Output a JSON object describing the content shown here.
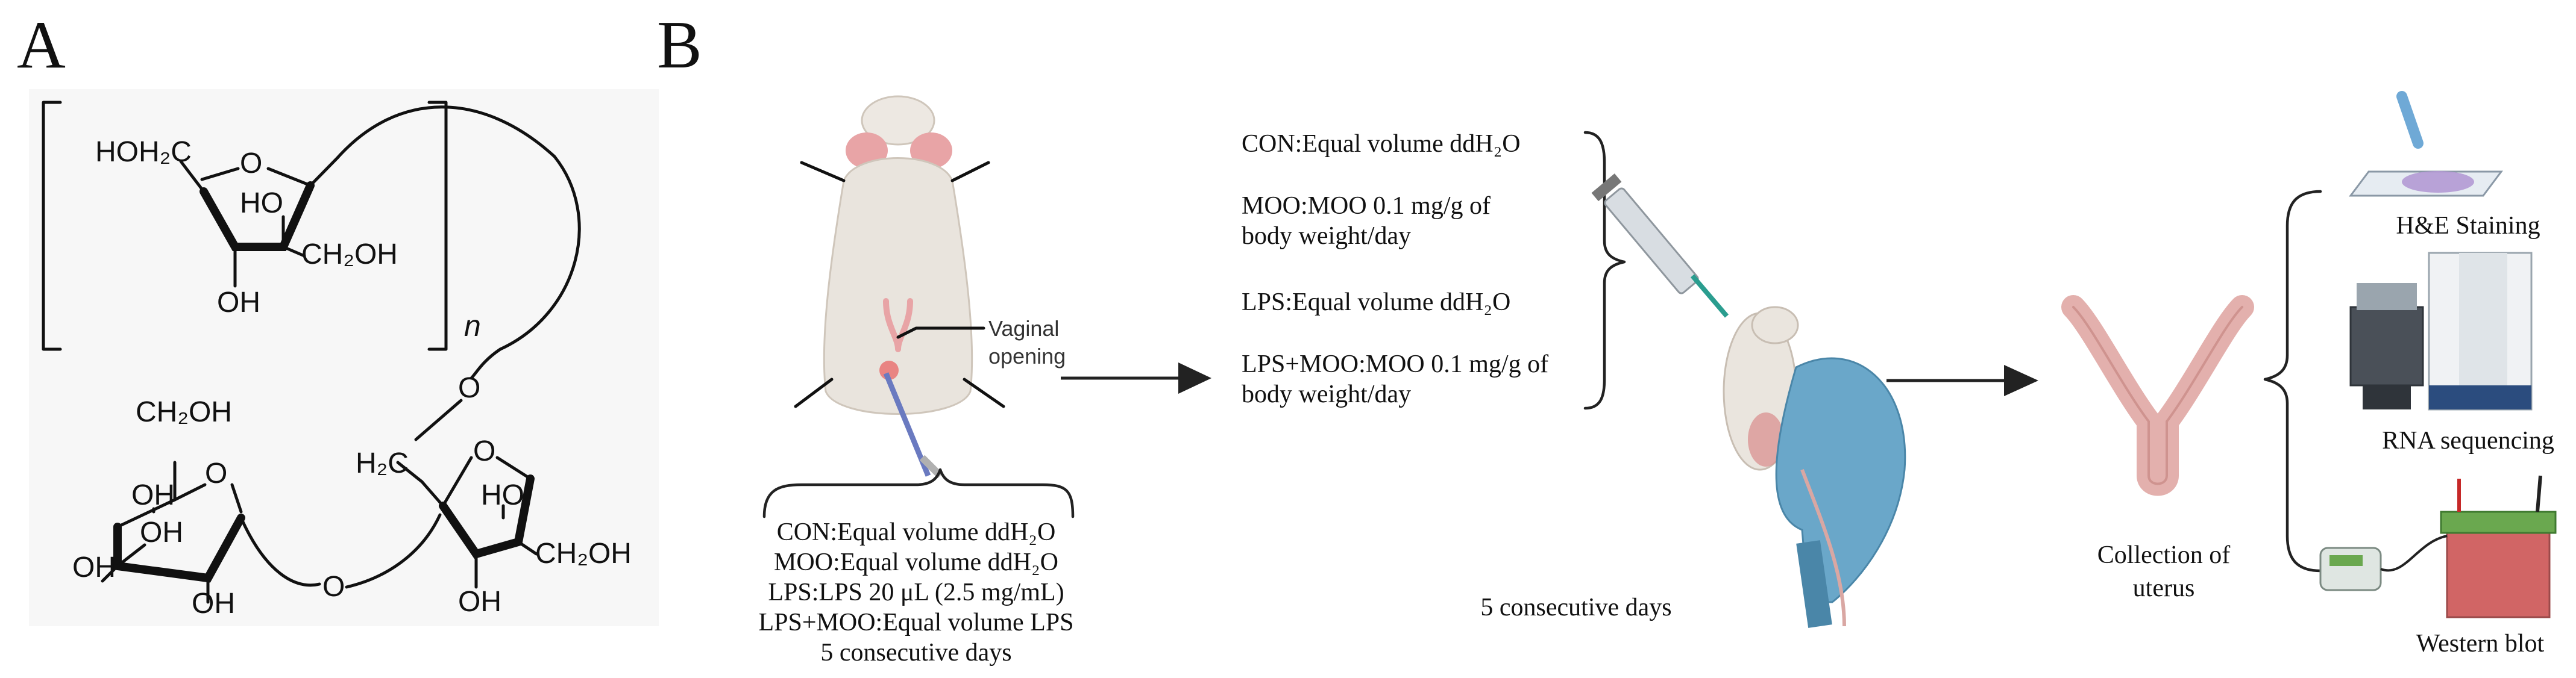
{
  "panels": {
    "a_label": "A",
    "b_label": "B"
  },
  "structure": {
    "ring1": {
      "hoh2c": "HOH₂C",
      "o": "O",
      "ho": "HO",
      "ch2oh": "CH₂OH",
      "oh": "OH"
    },
    "n_label": "n",
    "link_o_top": "O",
    "ring2": {
      "ch2oh": "CH₂OH",
      "o": "O",
      "oh1": "OH",
      "oh2": "OH",
      "oh3": "OH",
      "oh4": "OH"
    },
    "bridge_o": "O",
    "ring3": {
      "h2c": "H₂C",
      "o": "O",
      "ho": "HO",
      "oh": "OH",
      "ch2oh": "CH₂OH"
    }
  },
  "workflow": {
    "vaginal_label_line1": "Vaginal",
    "vaginal_label_line2": "opening",
    "treatment_list_bottom": [
      "CON:Equal volume ddH₂O",
      "MOO:Equal volume ddH₂O",
      "LPS:LPS 20 μL (2.5 mg/mL)",
      "LPS+MOO:Equal volume LPS",
      "5 consecutive days"
    ],
    "gavage_list": {
      "con": "CON:Equal volume ddH₂O",
      "moo_line1": "MOO:MOO 0.1 mg/g of",
      "moo_line2": "body weight/day",
      "lps": "LPS:Equal volume ddH₂O",
      "lpsmoo_line1": "LPS+MOO:MOO 0.1 mg/g of",
      "lpsmoo_line2": "body weight/day"
    },
    "days_label": "5 consecutive days",
    "collection_line1": "Collection of",
    "collection_line2": "uterus",
    "outputs": {
      "he": "H&E Staining",
      "rna": "RNA sequencing",
      "wb": "Western blot"
    }
  },
  "colors": {
    "mouse_fur": "#e9e4dd",
    "mouse_pink": "#e8a4a6",
    "glove_blue": "#6aa7c9",
    "uterus_pink": "#e3b0ad",
    "gel_red": "#c94b4b",
    "box_green": "#6aa84f"
  }
}
